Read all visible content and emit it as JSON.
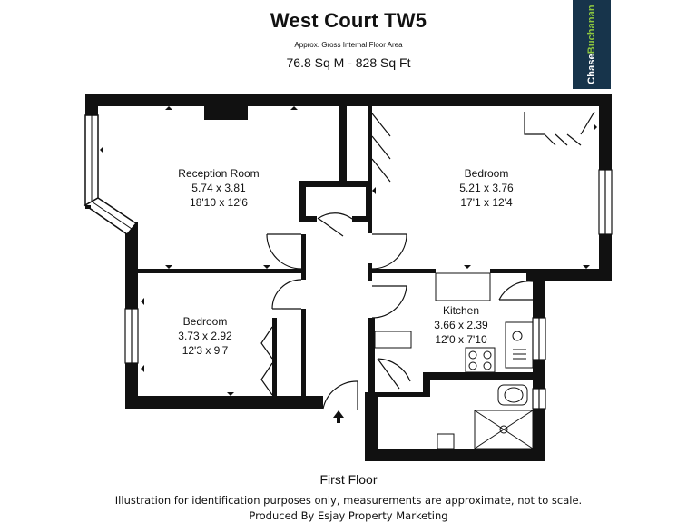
{
  "header": {
    "title": "West Court TW5",
    "subtitle": "Approx. Gross Internal Floor Area",
    "area": "76.8 Sq M - 828 Sq Ft"
  },
  "logo": {
    "part1": "Chase",
    "part2": "Buchanan",
    "bg_color": "#17344b",
    "accent_color": "#8cc63f"
  },
  "rooms": {
    "reception": {
      "name": "Reception Room",
      "metric": "5.74 x 3.81",
      "imperial": "18'10 x 12'6"
    },
    "bedroom1": {
      "name": "Bedroom",
      "metric": "5.21 x 3.76",
      "imperial": "17'1 x 12'4"
    },
    "bedroom2": {
      "name": "Bedroom",
      "metric": "3.73 x 2.92",
      "imperial": "12'3 x 9'7"
    },
    "kitchen": {
      "name": "Kitchen",
      "metric": "3.66 x 2.39",
      "imperial": "12'0 x 7'10"
    }
  },
  "footer": {
    "floor": "First Floor",
    "disclaimer": "Illustration for identification purposes only, measurements are approximate, not to scale.",
    "credit": "Produced By Esjay Property Marketing"
  }
}
